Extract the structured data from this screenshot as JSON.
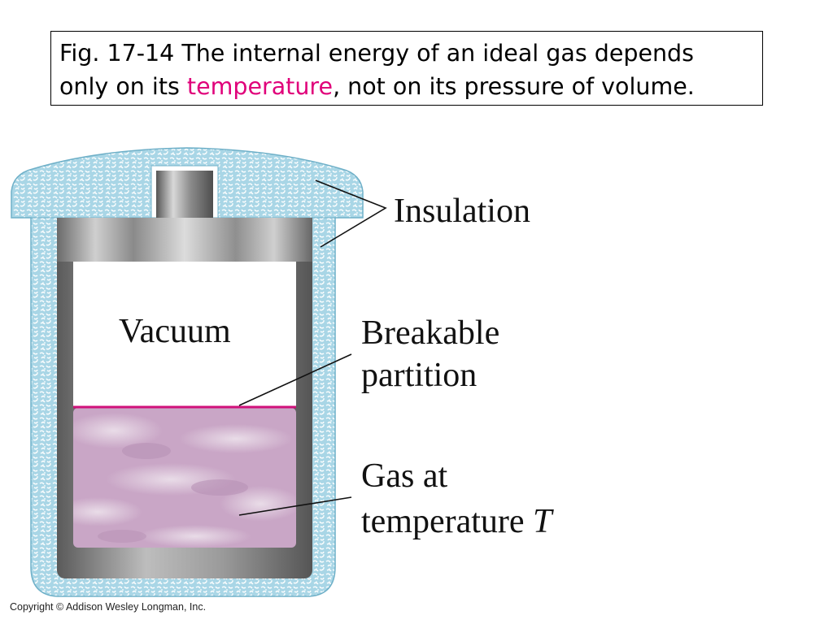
{
  "caption": {
    "line1": "Fig. 17-14 The internal energy of an ideal gas depends",
    "line2_before": "only on its ",
    "line2_highlight": "temperature",
    "line2_after": ", not on its pressure of volume.",
    "highlight_color": "#e0007a"
  },
  "labels": {
    "insulation": "Insulation",
    "vacuum": "Vacuum",
    "partition_line1": "Breakable",
    "partition_line2": "partition",
    "gas_line1": "Gas at",
    "gas_line2_prefix": "temperature ",
    "gas_line2_symbol": "T"
  },
  "copyright": "Copyright © Addison Wesley Longman, Inc.",
  "colors": {
    "insulation": "#a9d6e6",
    "partition": "#d0107a",
    "gas": "#c9a6c6"
  }
}
